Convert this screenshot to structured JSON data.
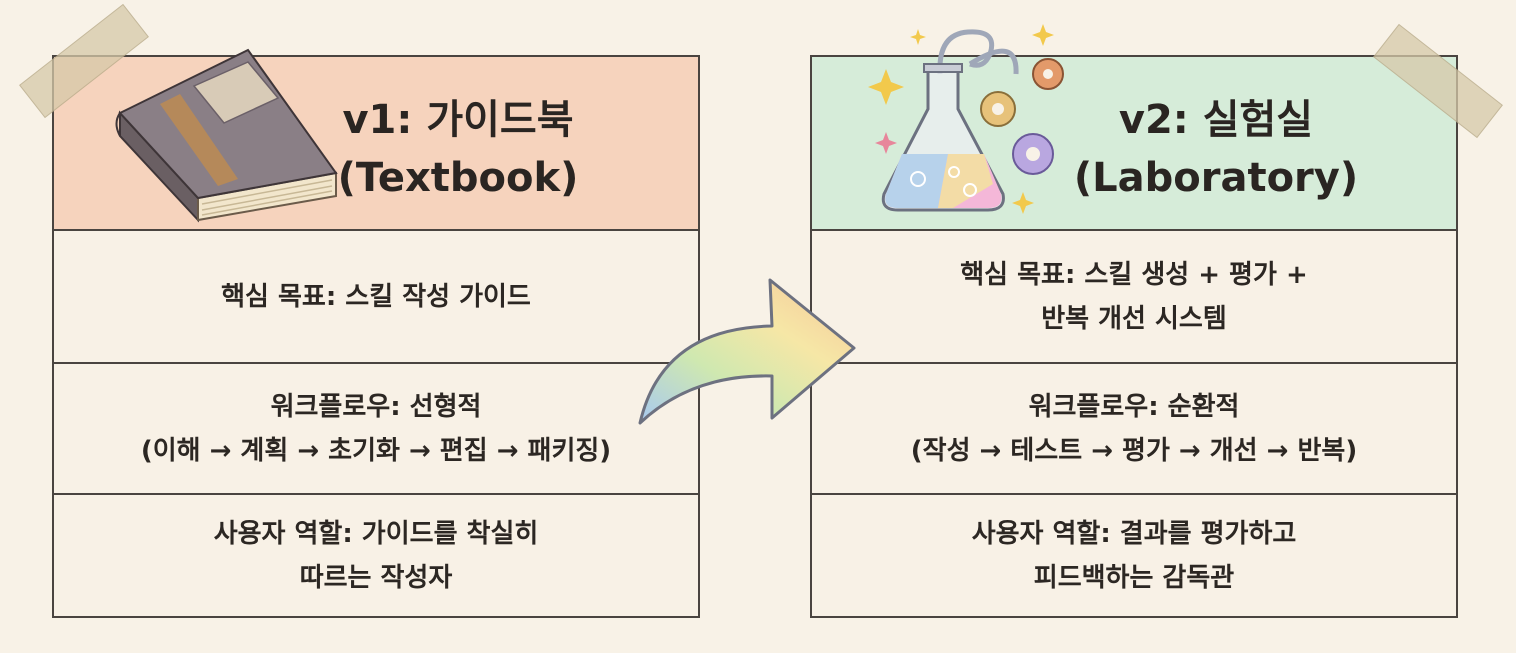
{
  "v1": {
    "title_line1": "v1: 가이드북",
    "title_line2": "(Textbook)",
    "goal": "핵심 목표: 스킬 작성 가이드",
    "workflow_line1": "워크플로우: 선형적",
    "workflow_line2": "(이해 → 계획 → 초기화 → 편집 → 패키징)",
    "role_line1": "사용자 역할: 가이드를 착실히",
    "role_line2": "따르는 작성자",
    "icon": "book-icon",
    "header_color": "#f6d3bd"
  },
  "v2": {
    "title_line1": "v2: 실험실",
    "title_line2": "(Laboratory)",
    "goal_line1": "핵심 목표: 스킬 생성 + 평가 +",
    "goal_line2": "반복 개선 시스템",
    "workflow_line1": "워크플로우: 순환적",
    "workflow_line2": "(작성 → 테스트 → 평가 → 개선 → 반복)",
    "role_line1": "사용자 역할: 결과를 평가하고",
    "role_line2": "피드백하는 감독관",
    "icon": "flask-icon",
    "header_color": "#d6ecd9"
  },
  "arrow_icon": "curved-arrow-icon"
}
